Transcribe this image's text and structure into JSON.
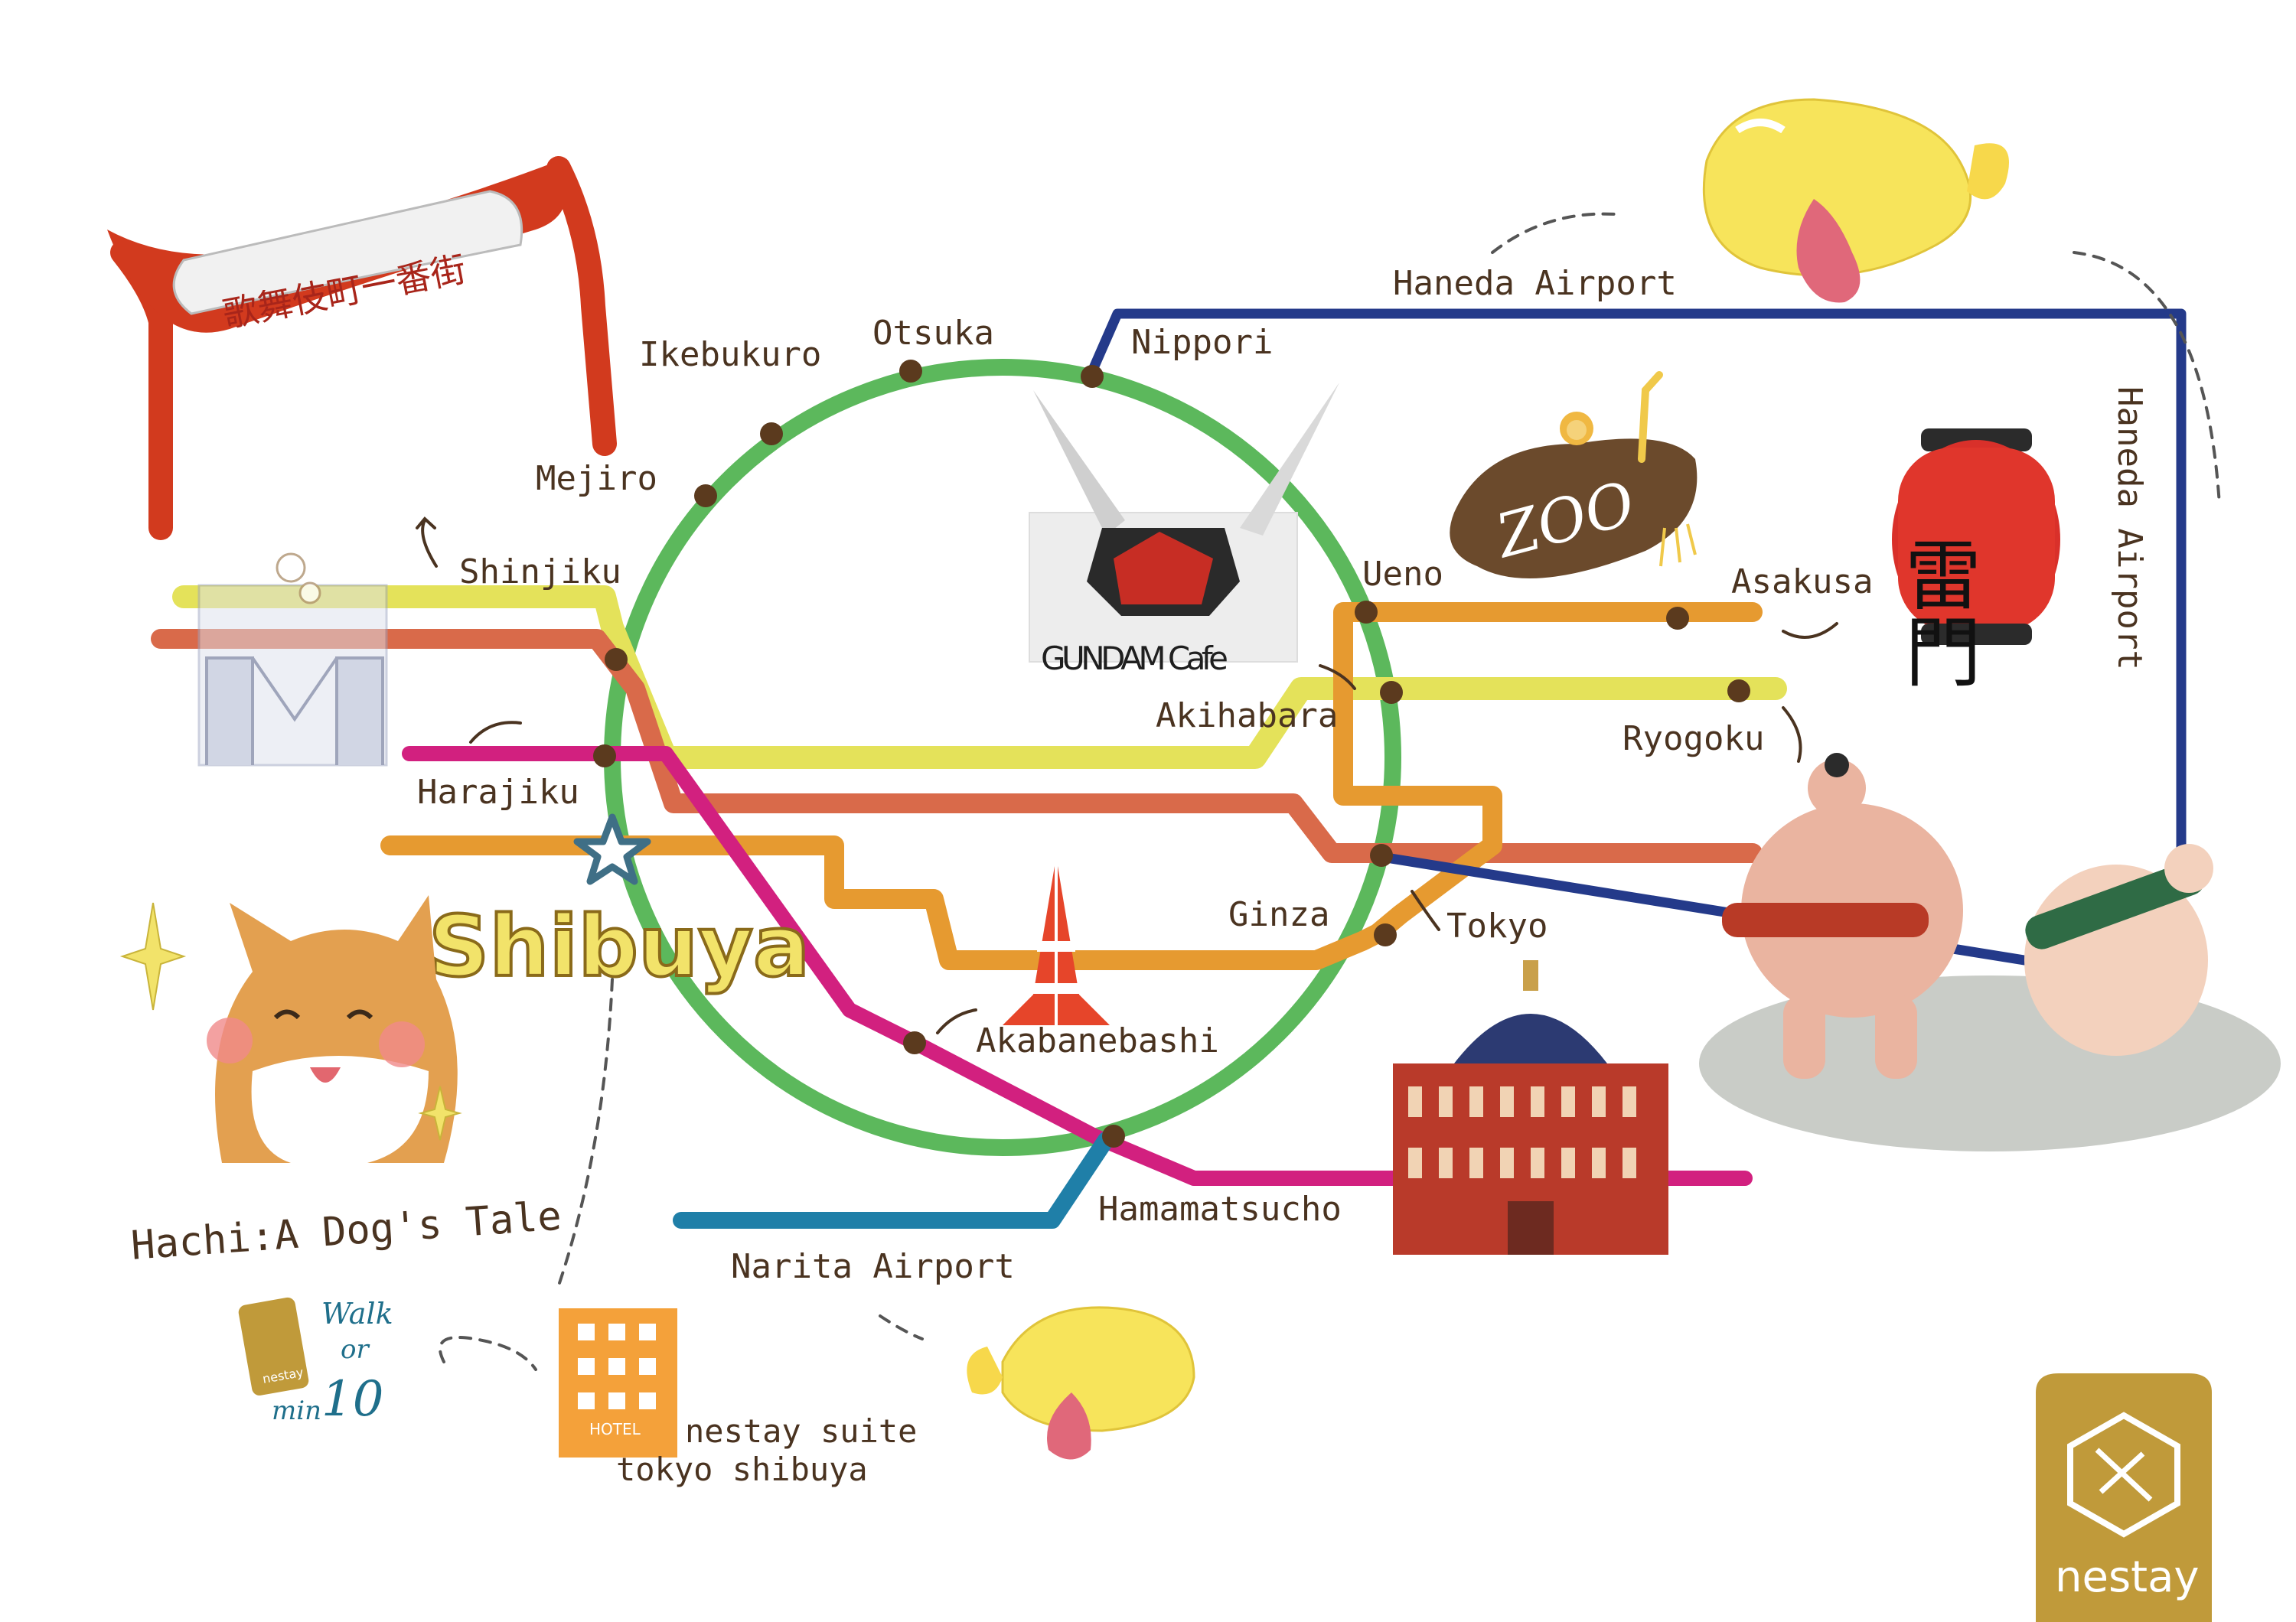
{
  "stations": {
    "otsuka": "Otsuka",
    "nippori": "Nippori",
    "ikebukuro": "Ikebukuro",
    "mejiro": "Mejiro",
    "shinjiku": "Shinjiku",
    "harajiku": "Harajiku",
    "ueno": "Ueno",
    "akihabara": "Akihabara",
    "asakusa": "Asakusa",
    "ryogoku": "Ryogoku",
    "ginza": "Ginza",
    "tokyo": "Tokyo",
    "akabanebashi": "Akabanebashi",
    "hamamatsucho": "Hamamatsucho"
  },
  "airports": {
    "haneda_top": "Haneda Airport",
    "haneda_side": "Haneda Airport",
    "narita": "Narita Airport"
  },
  "highlight": {
    "shibuya": "Shibuya"
  },
  "landmarks": {
    "kabukicho_sign": "歌舞伎町一番街",
    "gundam_cafe": "GUNDAM Cafe",
    "zoo": "ZOO",
    "kaminarimon": "雷門",
    "hachi": "Hachi:A Dog's Tale"
  },
  "hotel": {
    "walk_label": "Walk",
    "or_label": "or",
    "minutes_value": "10",
    "min_label": "min",
    "hotel_sign": "HOTEL",
    "name_line1": "nestay suite",
    "name_line2": "tokyo shibuya",
    "card_brand": "nestay"
  },
  "brand": {
    "logo_text": "nestay"
  },
  "colors": {
    "yamanote": "#5cb85c",
    "chuo_yellow": "#e4e25a",
    "salmon": "#d96a4a",
    "orange": "#e69a30",
    "magenta": "#d2207f",
    "navy": "#243a8a",
    "teal": "#1f7fa8",
    "station_dot": "#5b3a1e",
    "gold": "#c09a3a",
    "red_accent": "#d9302a"
  }
}
